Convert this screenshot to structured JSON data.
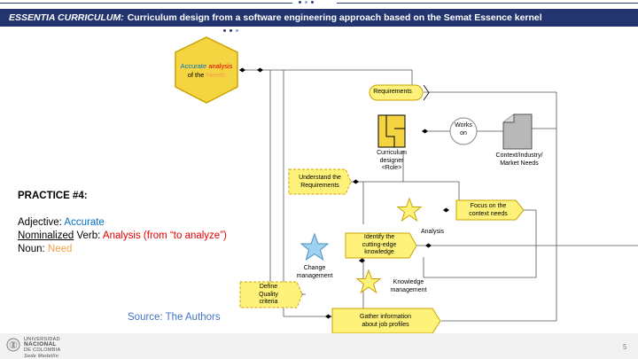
{
  "slide": {
    "title_italic": "ESSENTIA CURRICULUM:",
    "title_rest": "Curriculum design from a software engineering approach based on the Semat Essence kernel",
    "page_number": "5",
    "source": "Source: The Authors"
  },
  "practice": {
    "heading": "PRACTICE #4:",
    "adjective_label": "Adjective:",
    "adjective_value": "Accurate",
    "verb_label_underlined": "Nominalized",
    "verb_label_rest": " Verb:",
    "verb_value": "Analysis (from “to analyze”)",
    "noun_label": "Noun:",
    "noun_value": "Need"
  },
  "diagram": {
    "hexagon": {
      "word1": "Accurate",
      "word2": "analysis",
      "word3_prefix": "of the",
      "word3": "Needs"
    },
    "requirements": "Requirements",
    "works_on_1": "Works",
    "works_on_2": "on",
    "designer_1": "Curriculum",
    "designer_2": "designer",
    "designer_3": "<Role>",
    "context_1": "Context/Industry/",
    "context_2": "Market Needs",
    "understand_1": "Understand the",
    "understand_2": "Requirements",
    "focus_1": "Focus on the",
    "focus_2": "context needs",
    "analysis": "Analysis",
    "identify_1": "Identify the",
    "identify_2": "cutting-edge",
    "identify_3": "knowledge",
    "change_1": "Change",
    "change_2": "management",
    "knowledge_1": "Knowledge",
    "knowledge_2": "management",
    "define_1": "Define",
    "define_2": "Quality",
    "define_3": "criteria",
    "gather_1": "Gather information",
    "gather_2": "about job profiles"
  },
  "university": {
    "line1": "UNIVERSIDAD",
    "line2": "NACIONAL",
    "line3": "DE COLOMBIA",
    "line4": "Sede Medellín"
  },
  "colors": {
    "blue": "#0070c0",
    "red": "#e00000",
    "orange": "#f4a14b",
    "navy": "#23356e",
    "yellow": "#fff27a",
    "node_border": "#c9a400"
  }
}
